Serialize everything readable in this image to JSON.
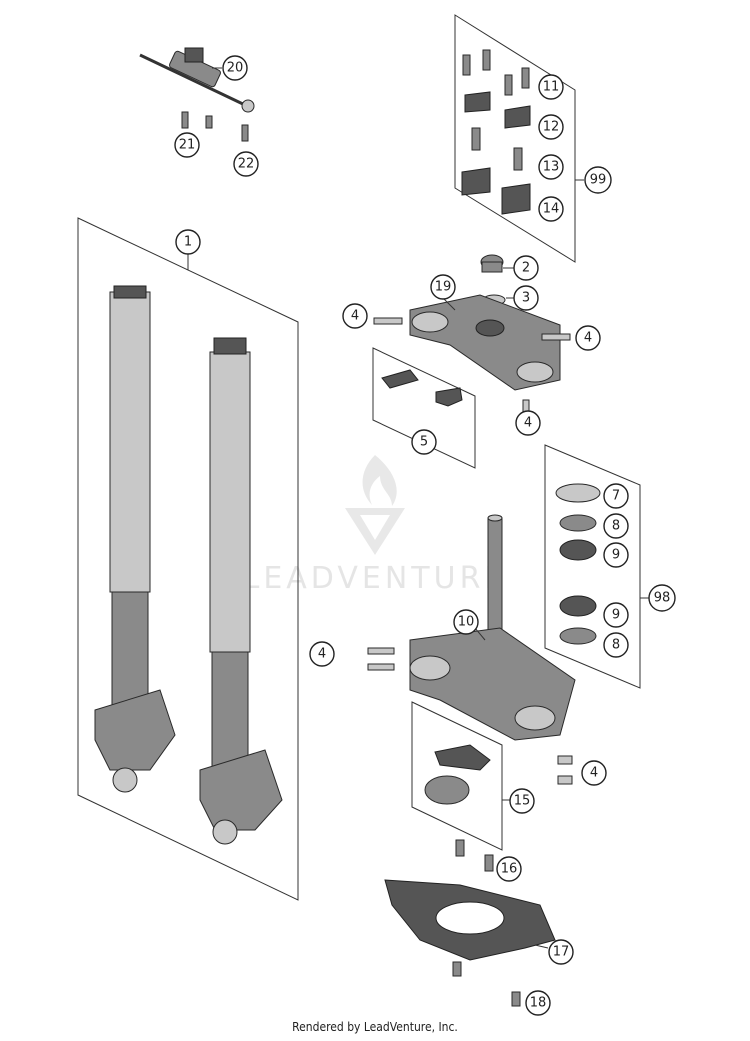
{
  "watermark": {
    "text": "LEADVENTURE"
  },
  "footer": {
    "text": "Rendered by LeadVenture, Inc."
  },
  "callouts": {
    "c20": "20",
    "c21": "21",
    "c22": "22",
    "c11": "11",
    "c12": "12",
    "c13": "13",
    "c14": "14",
    "c99": "99",
    "c1": "1",
    "c2": "2",
    "c3": "3",
    "c19": "19",
    "c4a": "4",
    "c4b": "4",
    "c4c": "4",
    "c4d": "4",
    "c4e": "4",
    "c5": "5",
    "c7": "7",
    "c8a": "8",
    "c9a": "9",
    "c9b": "9",
    "c8b": "8",
    "c98": "98",
    "c10": "10",
    "c15": "15",
    "c16": "16",
    "c17": "17",
    "c18": "18"
  }
}
